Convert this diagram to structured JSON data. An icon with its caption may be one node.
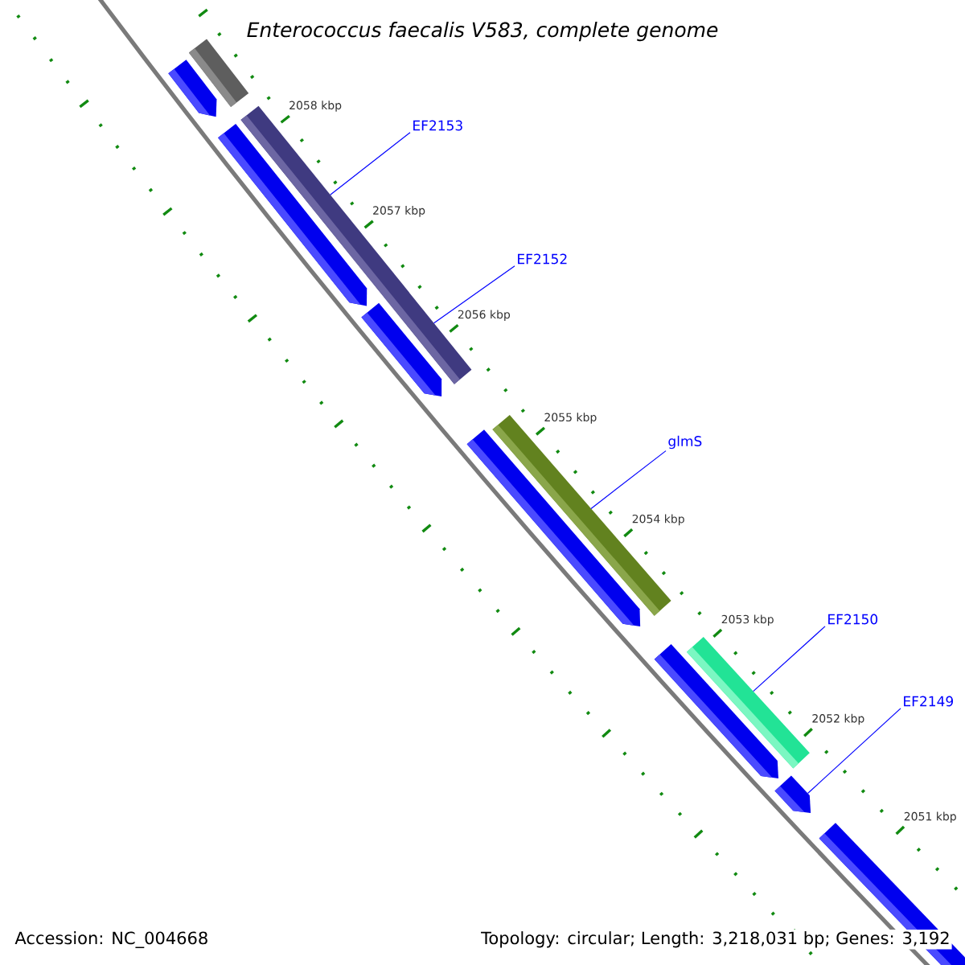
{
  "diagram": {
    "title": "Enterococcus faecalis V583, complete genome",
    "nodes": [
      {
        "text": [
          "EF2153"
        ]
      },
      {
        "text": [
          "EF2152"
        ]
      },
      {
        "text": [
          "glmS"
        ]
      },
      {
        "text": [
          "EF2150"
        ]
      },
      {
        "text": [
          "EF2149"
        ]
      },
      {
        "text": [],
        "shape": "bar"
      },
      {
        "text": [],
        "shape": "pentagon"
      },
      {
        "text": [],
        "shape": "bar"
      },
      {
        "text": [],
        "shape": "pentagon"
      },
      {
        "text": [],
        "shape": "pentagon"
      },
      {
        "text": [],
        "shape": "bar"
      },
      {
        "text": [],
        "shape": "pentagon"
      },
      {
        "text": [],
        "shape": "bar"
      },
      {
        "text": [],
        "shape": "pentagon"
      },
      {
        "text": [],
        "shape": "pentagon"
      },
      {
        "text": [],
        "shape": "pentagon"
      }
    ],
    "edges": [
      {
        "from": 0,
        "to": 7,
        "arrow": "none"
      },
      {
        "from": 1,
        "to": 7,
        "arrow": "none"
      },
      {
        "from": 2,
        "to": 10,
        "arrow": "none"
      },
      {
        "from": 3,
        "to": 12,
        "arrow": "none"
      },
      {
        "from": 4,
        "to": 14,
        "arrow": "none"
      }
    ],
    "labels": [
      "2058 kbp",
      "2057 kbp",
      "2056 kbp",
      "2055 kbp",
      "2054 kbp",
      "2053 kbp",
      "2052 kbp",
      "2051 kbp",
      "Accession: NC_004668",
      "Topology: circular; Length: 3,218,031 bp; Genes: 3,192"
    ]
  }
}
